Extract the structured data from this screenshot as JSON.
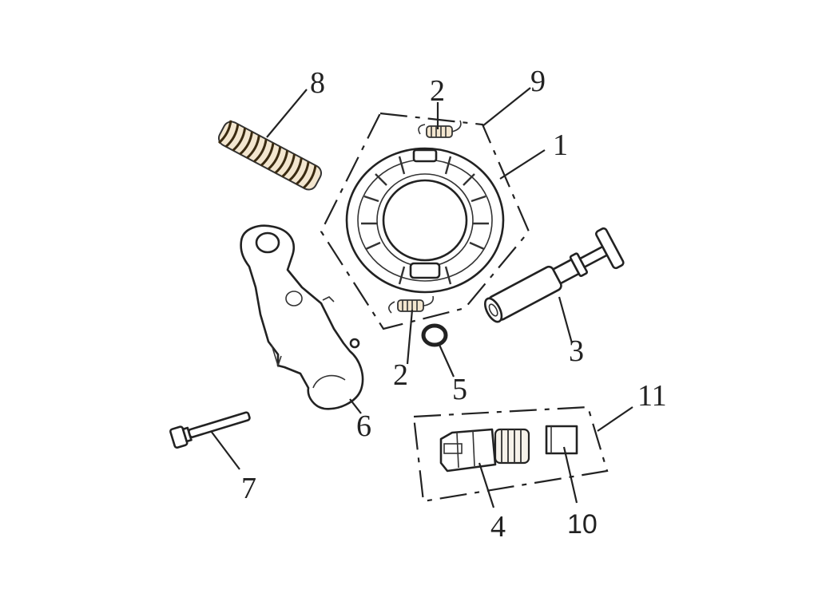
{
  "callouts": {
    "c1": "1",
    "c2a": "2",
    "c2b": "2",
    "c3": "3",
    "c4": "4",
    "c5": "5",
    "c6": "6",
    "c7": "7",
    "c8": "8",
    "c9": "9",
    "c10": "10",
    "c11": "11"
  },
  "colors": {
    "line": "#222222",
    "background": "#ffffff",
    "spring_tint": "#c9a56a"
  }
}
